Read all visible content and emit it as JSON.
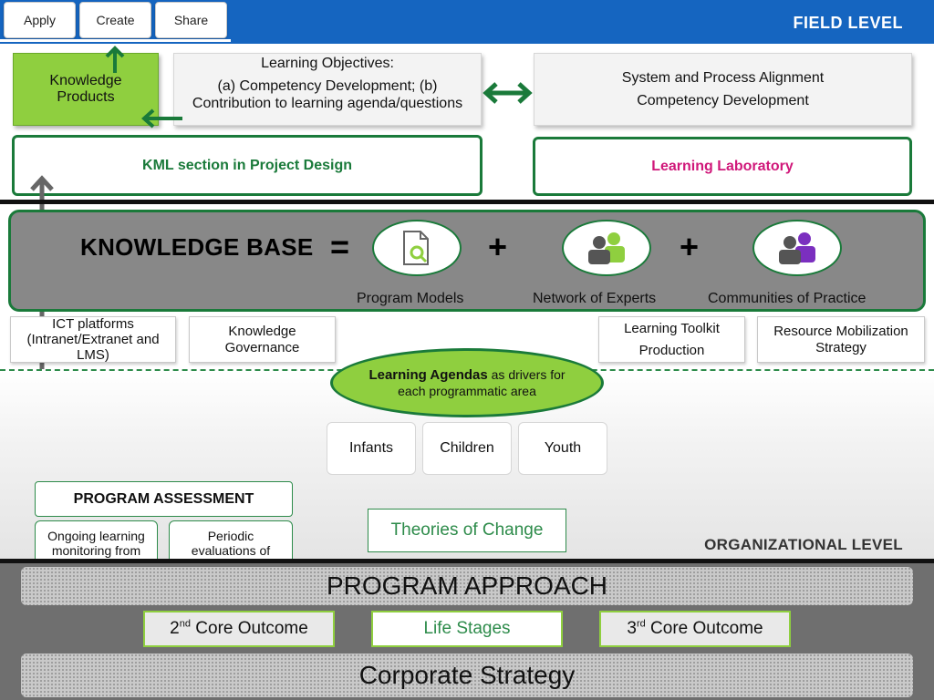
{
  "topbar": {
    "tabs": [
      "Apply",
      "Create",
      "Share"
    ],
    "level_label": "FIELD LEVEL"
  },
  "field": {
    "knowledge_products": "Knowledge Products",
    "learning_objectives_title": "Learning Objectives:",
    "learning_objectives_body": "(a) Competency Development; (b) Contribution to learning agenda/questions",
    "alignment_line1": "System and Process Alignment",
    "alignment_line2": "Competency Development",
    "kml_section": "KML section in Project Design",
    "learning_lab": "Learning Laboratory"
  },
  "knowledge_base": {
    "title": "KNOWLEDGE BASE",
    "equals": "=",
    "plus": "+",
    "components": [
      {
        "label": "Program Models",
        "icon": "document-search-icon"
      },
      {
        "label": "Network of Experts",
        "icon": "people-green-icon"
      },
      {
        "label": "Communities of Practice",
        "icon": "people-purple-icon"
      }
    ],
    "supports": [
      "ICT platforms (Intranet/Extranet and LMS)",
      "Knowledge Governance",
      "Learning Toolkit",
      "Production",
      "Resource Mobilization Strategy"
    ]
  },
  "organizational": {
    "agendas_bold": "Learning Agendas",
    "agendas_rest": " as drivers for each programmatic area",
    "stages": [
      "Infants",
      "Children",
      "Youth"
    ],
    "theories": "Theories of Change",
    "program_assessment": "PROGRAM ASSESSMENT",
    "assessment_items": [
      "Ongoing learning monitoring from implementation",
      "Periodic evaluations of programs"
    ],
    "level_label": "ORGANIZATIONAL LEVEL"
  },
  "strategy": {
    "program_approach": "PROGRAM APPROACH",
    "outcome_left_num": "2",
    "outcome_left_sup": "nd",
    "outcome_left_text": " Core Outcome",
    "life_stages": "Life Stages",
    "outcome_right_num": "3",
    "outcome_right_sup": "rd",
    "outcome_right_text": " Core Outcome",
    "corporate": "Corporate Strategy"
  },
  "colors": {
    "brand_blue": "#1565c0",
    "dark_green": "#1a7a3a",
    "light_green": "#8fcf3f",
    "magenta": "#d0187a",
    "purple": "#7b2fbf"
  }
}
